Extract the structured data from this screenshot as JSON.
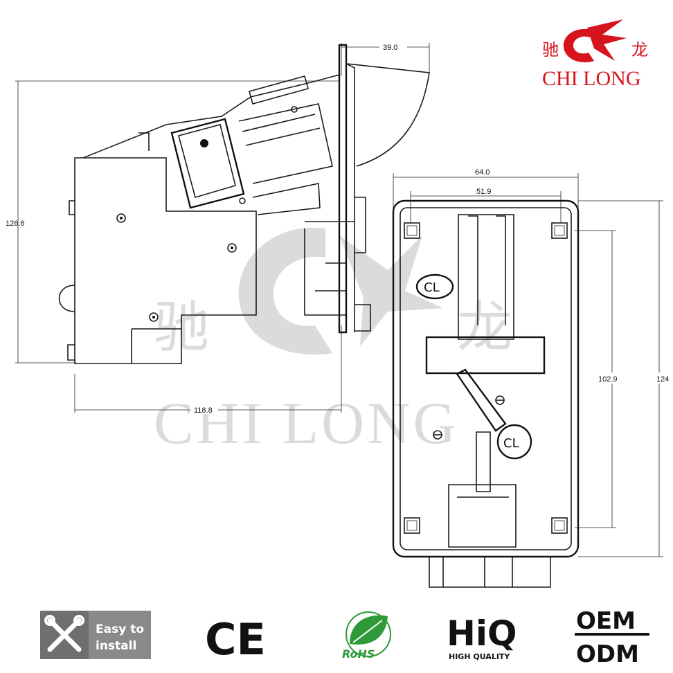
{
  "brand": {
    "chinese_left": "驰",
    "chinese_right": "龙",
    "name": "CHI LONG",
    "color": "#d7141d"
  },
  "watermark": {
    "chinese_left": "驰",
    "chinese_right": "龙",
    "name": "CHI LONG"
  },
  "side_view": {
    "dims": {
      "width": "118.8",
      "height": "126.6",
      "depth": "39.0"
    }
  },
  "front_view": {
    "dims": {
      "outer_width": "64.0",
      "inner_width": "51.9",
      "inner_height": "102.9",
      "outer_height": "124"
    },
    "logo_top": "CL",
    "logo_bottom": "CL"
  },
  "badges": {
    "install": {
      "line1": "Easy to",
      "line2": "install",
      "icon": "tools-icon"
    },
    "ce": {
      "text": "CE"
    },
    "rohs": {
      "text": "RoHS",
      "icon": "leaf-icon",
      "color": "#2e9a3a"
    },
    "hiq": {
      "text": "HiQ",
      "caption": "HIGH QUALITY"
    },
    "oem": {
      "line1": "OEM",
      "line2": "ODM"
    }
  }
}
